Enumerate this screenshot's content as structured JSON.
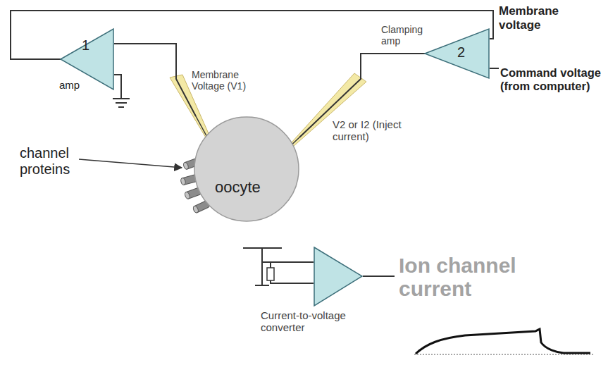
{
  "diagram": {
    "nodes": [
      {
        "text": [
          "1",
          "amp"
        ]
      },
      {
        "text": [
          "oocyte"
        ]
      },
      {
        "text": [
          "2",
          "Clamping amp"
        ]
      },
      {
        "text": [
          "Current-to-voltage converter"
        ]
      }
    ],
    "edges": [
      {
        "from": 0,
        "to": 1,
        "arrow": "none",
        "label": "Membrane Voltage (V1)"
      },
      {
        "from": 2,
        "to": 1,
        "arrow": "none",
        "label": "V2 or I2 (Inject current)"
      },
      {
        "from": 0,
        "to": 2,
        "arrow": "none",
        "label": "Membrane voltage"
      }
    ],
    "labels": [
      "Command voltage (from computer)",
      "channel proteins",
      "Ion channel current"
    ]
  }
}
